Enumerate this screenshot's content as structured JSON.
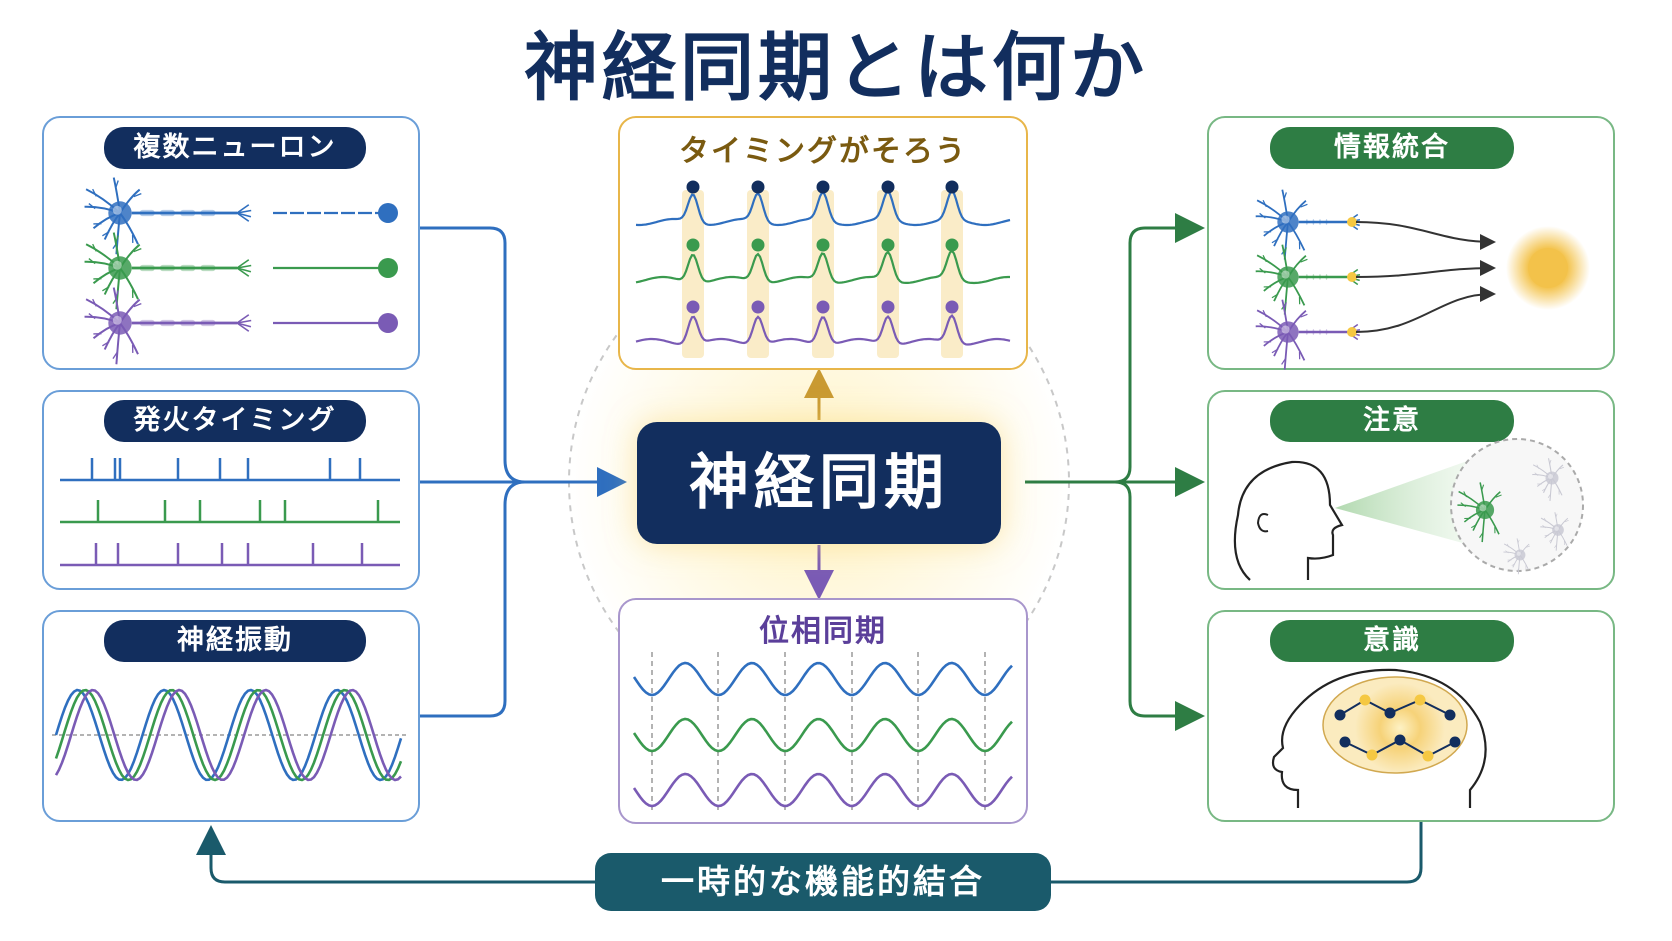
{
  "title": "神経同期とは何か",
  "center_label": "神経同期",
  "bottom_label": "一時的な機能的結合",
  "left_panels": [
    {
      "label": "複数ニューロン"
    },
    {
      "label": "発火タイミング"
    },
    {
      "label": "神経振動"
    }
  ],
  "center_panels": {
    "top": {
      "label": "タイミングがそろう"
    },
    "bottom": {
      "label": "位相同期"
    }
  },
  "right_panels": [
    {
      "label": "情報統合"
    },
    {
      "label": "注意"
    },
    {
      "label": "意識"
    }
  ],
  "colors": {
    "navy": "#122e5e",
    "blue": "#2f6fbf",
    "green": "#3a9a4e",
    "purple": "#7a5bb5",
    "gold": "#e8b64a",
    "dark_green": "#2e7d44",
    "teal": "#1a5a6b"
  },
  "neuron_colors": [
    "#2f6fbf",
    "#3a9a4e",
    "#7a5bb5"
  ]
}
